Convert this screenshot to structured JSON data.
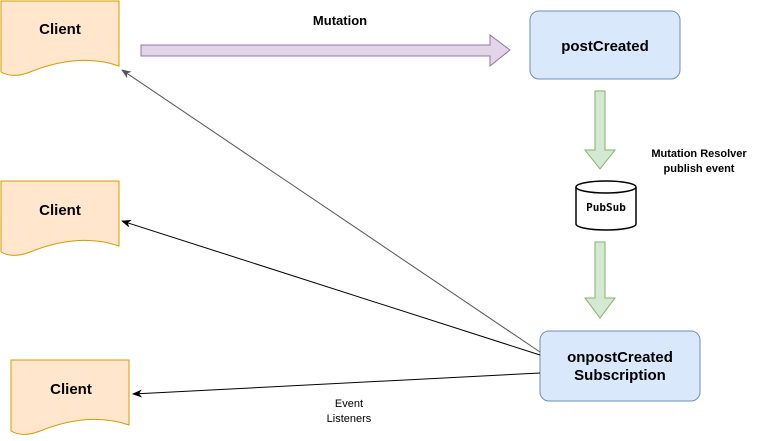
{
  "clients": [
    {
      "label": "Client"
    },
    {
      "label": "Client"
    },
    {
      "label": "Client"
    }
  ],
  "nodes": {
    "post_created": {
      "label": "postCreated"
    },
    "pubsub": {
      "label": "PubSub"
    },
    "subscription": {
      "line1": "onpostCreated",
      "line2": "Subscription"
    }
  },
  "edges": {
    "mutation": {
      "label": "Mutation"
    },
    "resolver": {
      "line1": "Mutation Resolver",
      "line2": "publish event"
    },
    "listeners": {
      "line1": "Event",
      "line2": "Listeners"
    }
  },
  "colors": {
    "client_fill": "#ffe6cc",
    "client_stroke": "#d79b00",
    "box_fill": "#dae8fc",
    "box_stroke": "#6c8ebf",
    "mutation_arrow_fill": "#e1d5e7",
    "mutation_arrow_stroke": "#9673a6",
    "flow_arrow_fill": "#d5e8d4",
    "flow_arrow_stroke": "#82b366"
  }
}
